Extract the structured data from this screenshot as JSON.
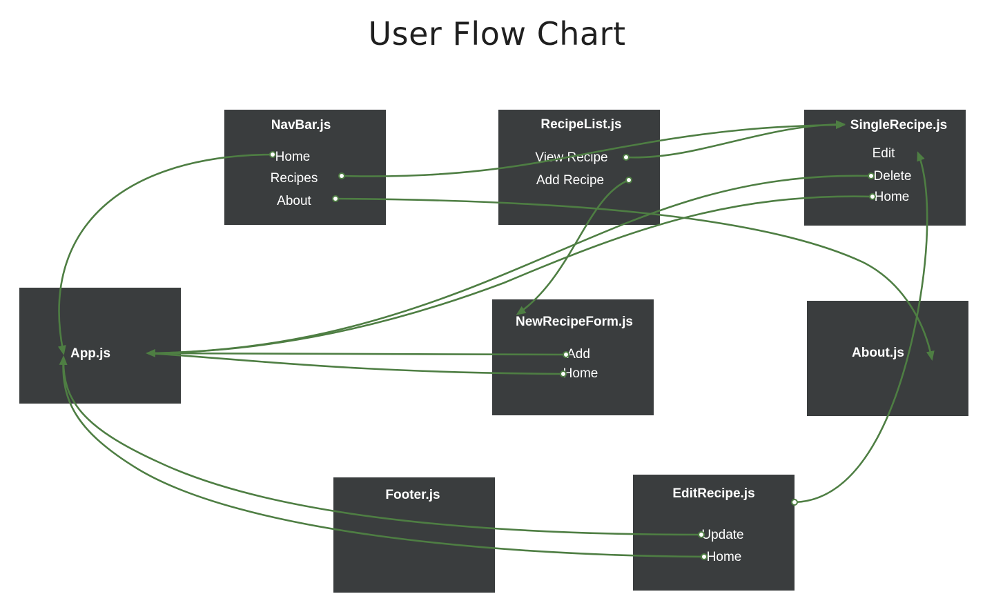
{
  "title": "User Flow Chart",
  "colors": {
    "node_bg": "#3a3d3e",
    "edge": "#4e7e43",
    "text": "#ffffff"
  },
  "nodes": {
    "navbar": {
      "title": "NavBar.js",
      "items": [
        "Home",
        "Recipes",
        "About"
      ]
    },
    "recipelist": {
      "title": "RecipeList.js",
      "items": [
        "View Recipe",
        "Add Recipe"
      ]
    },
    "singlerecipe": {
      "title": "SingleRecipe.js",
      "items": [
        "Edit",
        "Delete",
        "Home"
      ]
    },
    "app": {
      "title": "App.js"
    },
    "newrecipeform": {
      "title": "NewRecipeForm.js",
      "items": [
        "Add",
        "Home"
      ]
    },
    "about": {
      "title": "About.js"
    },
    "footer": {
      "title": "Footer.js"
    },
    "editrecipe": {
      "title": "EditRecipe.js",
      "items": [
        "Update",
        "Home"
      ]
    }
  }
}
